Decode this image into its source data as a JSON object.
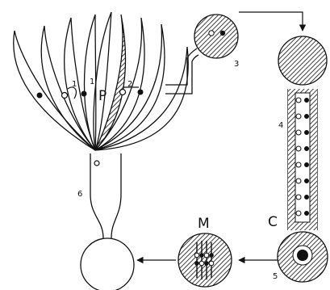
{
  "labels": {
    "petals": "P",
    "channel": "C",
    "mixer": "M",
    "step_1a": "1",
    "step_1b": "1'",
    "step_2": "2",
    "step_3": "3",
    "step_4": "4",
    "step_5": "5",
    "step_6": "6"
  },
  "colors": {
    "stroke": "#111111",
    "hatch": "#111111",
    "background": "#ffffff"
  },
  "icons": {
    "arrow": "arrowhead",
    "open_circle": "white-dot",
    "filled_circle": "black-dot"
  }
}
